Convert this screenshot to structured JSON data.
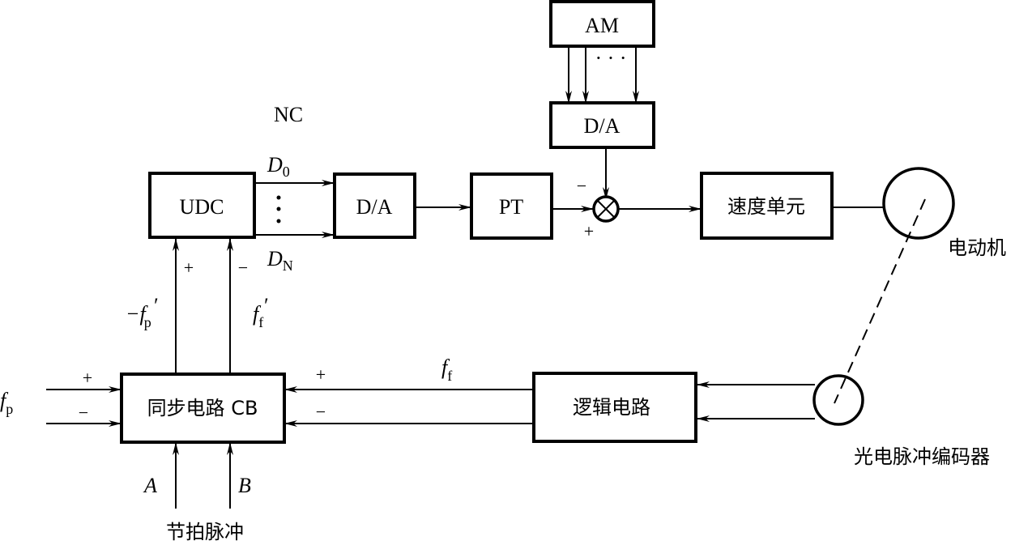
{
  "diagram": {
    "title_label": "NC",
    "blocks": {
      "am": "AM",
      "da_top": "D/A",
      "udc": "UDC",
      "da_mid": "D/A",
      "pt": "PT",
      "speed_unit": "速度单元",
      "sync_circuit": "同步电路 CB",
      "logic_circuit": "逻辑电路"
    },
    "components": {
      "motor": "电动机",
      "encoder": "光电脉冲编码器",
      "clock_pulse": "节拍脉冲"
    },
    "signals": {
      "d0_main": "D",
      "d0_sub": "0",
      "dn_main": "D",
      "dn_sub": "N",
      "fp_prime_neg": "−f",
      "fp_prime_sub": "p",
      "ff_prime": "f",
      "ff_prime_sub": "f",
      "fp_input": "f",
      "fp_input_sub": "p",
      "ff_feedback": "f",
      "ff_feedback_sub": "f",
      "a": "A",
      "b": "B",
      "prime": "′",
      "ellipsis_h": "· · ·"
    },
    "signs": {
      "plus": "+",
      "minus": "−"
    },
    "summing_junction": "⊗"
  }
}
